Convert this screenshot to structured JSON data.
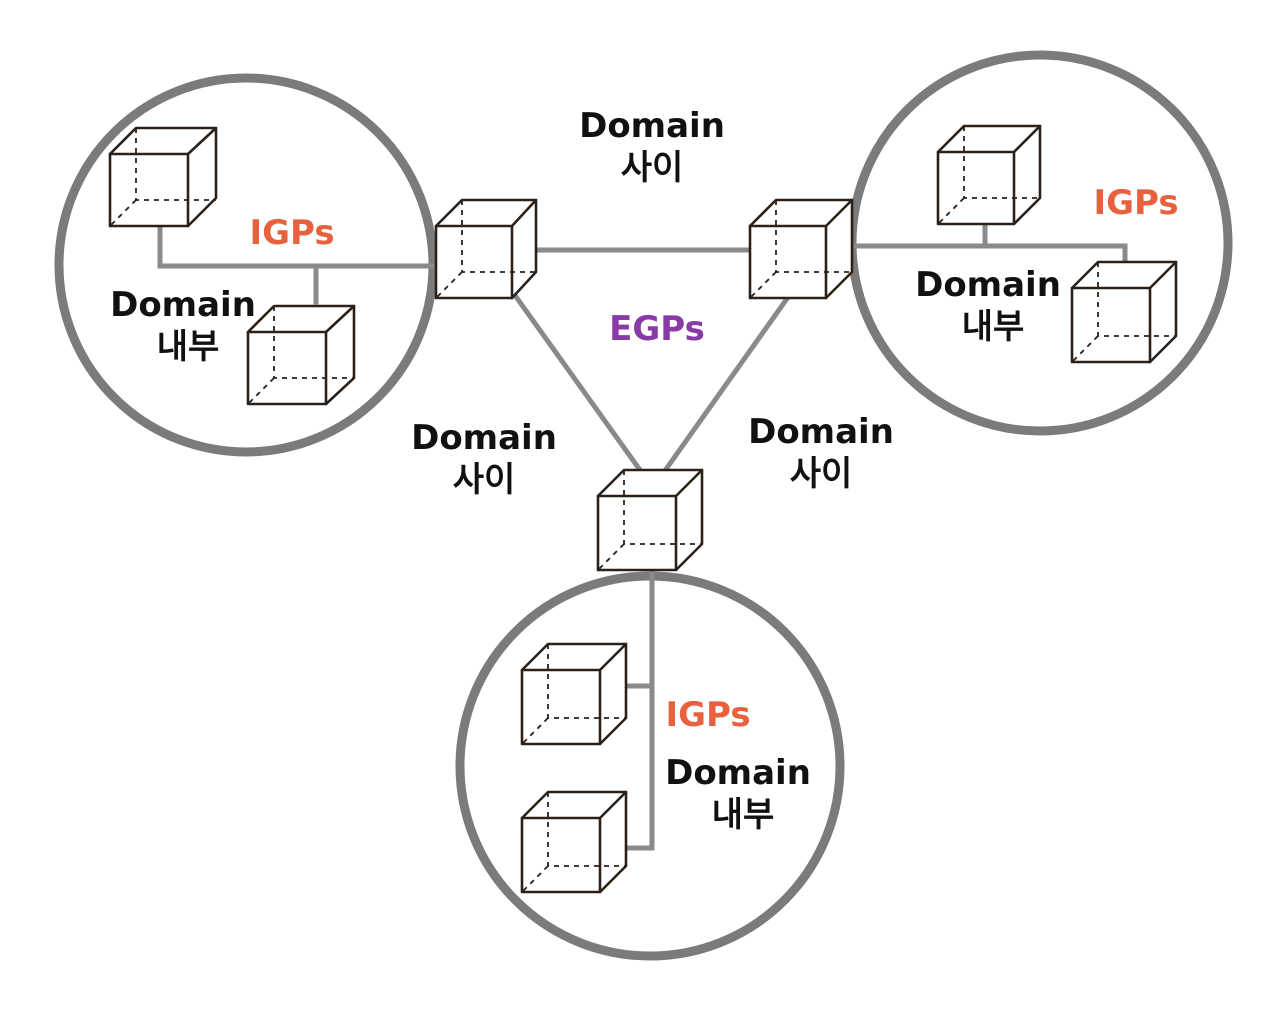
{
  "colors": {
    "circle": "#7b7b7b",
    "link": "#8a8a8a",
    "cube_outline": "#2b2118",
    "igp_label": "#e8613f",
    "egp_label": "#8a3aa6",
    "text": "#111111"
  },
  "icons": {
    "router": "router-cube-icon"
  },
  "labels": {
    "top_between_line1": "Domain",
    "top_between_line2": "사이",
    "left_between_line1": "Domain",
    "left_between_line2": "사이",
    "right_between_line1": "Domain",
    "right_between_line2": "사이",
    "egp": "EGPs",
    "left_igp": "IGPs",
    "left_inside_line1": "Domain",
    "left_inside_line2": "내부",
    "right_igp": "IGPs",
    "right_inside_line1": "Domain",
    "right_inside_line2": "내부",
    "bottom_igp": "IGPs",
    "bottom_inside_line1": "Domain",
    "bottom_inside_line2": "내부"
  }
}
